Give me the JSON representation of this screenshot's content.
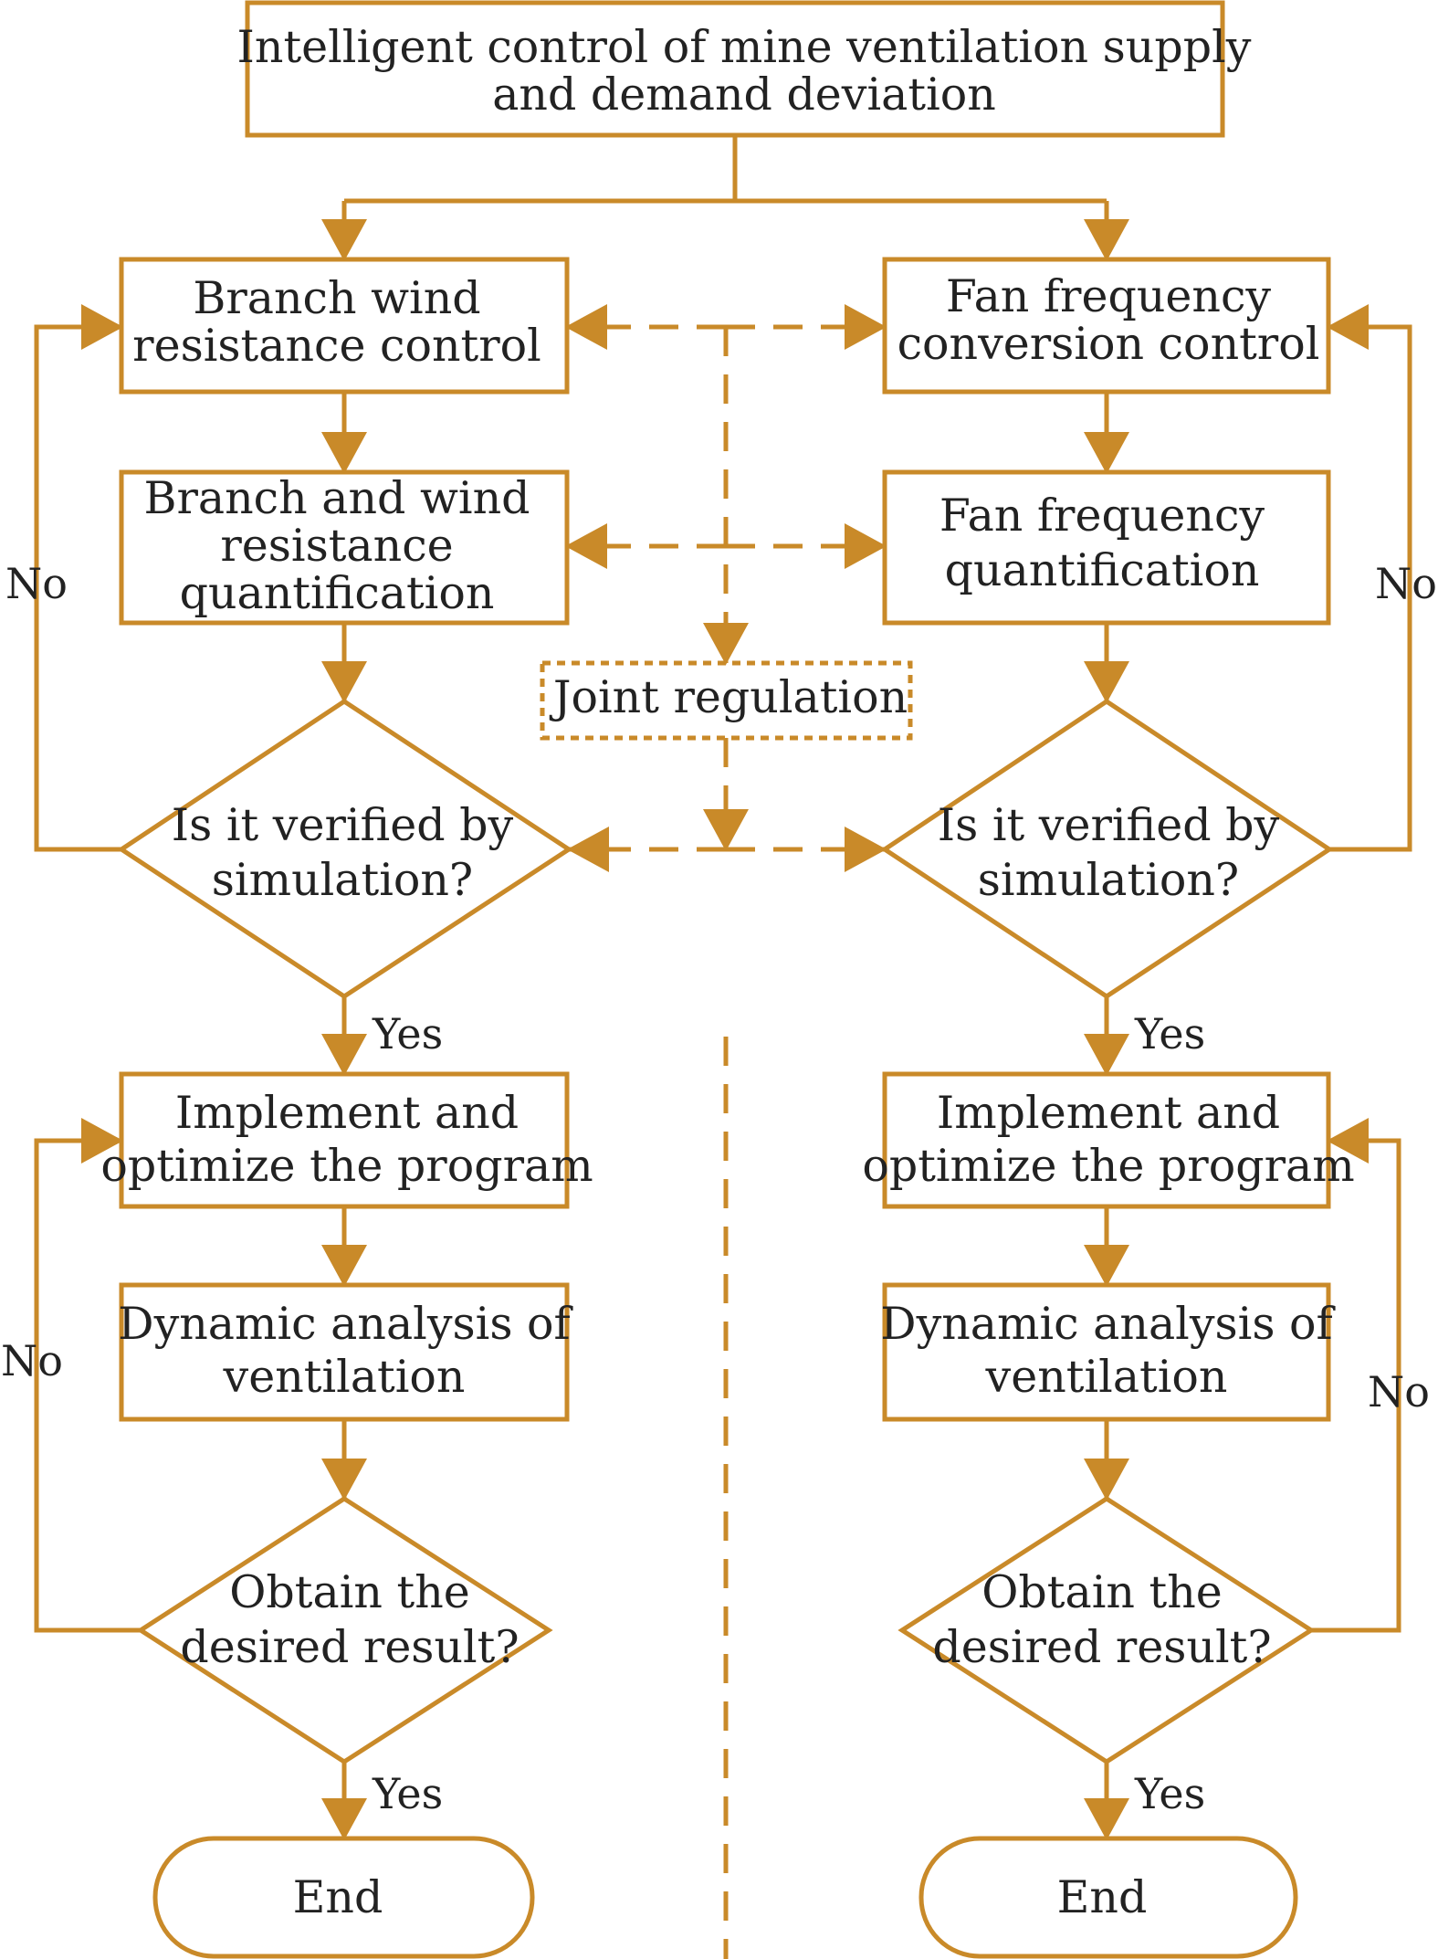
{
  "colors": {
    "stroke": "#C98A29",
    "text": "#222222",
    "background": "#ffffff"
  },
  "nodes": {
    "top": [
      "Intelligent control of mine ventilation supply",
      "and demand deviation"
    ],
    "left": {
      "control": [
        "Branch wind",
        "resistance control"
      ],
      "quant": [
        "Branch and wind",
        "resistance",
        "quantification"
      ],
      "verify": [
        "Is it verified by",
        "simulation?"
      ],
      "implement": [
        "Implement and",
        "optimize the program"
      ],
      "dynamic": [
        "Dynamic analysis of",
        "ventilation"
      ],
      "obtain": [
        "Obtain the",
        "desired result?"
      ],
      "end": "End"
    },
    "right": {
      "control": [
        "Fan frequency",
        "conversion control"
      ],
      "quant": [
        "Fan frequency",
        "quantification"
      ],
      "verify": [
        "Is it verified by",
        "simulation?"
      ],
      "implement": [
        "Implement and",
        "optimize the program"
      ],
      "dynamic": [
        "Dynamic analysis of",
        "ventilation"
      ],
      "obtain": [
        "Obtain the",
        "desired result?"
      ],
      "end": "End"
    },
    "joint": "Joint regulation"
  },
  "labels": {
    "yes": "Yes",
    "no": "No"
  }
}
